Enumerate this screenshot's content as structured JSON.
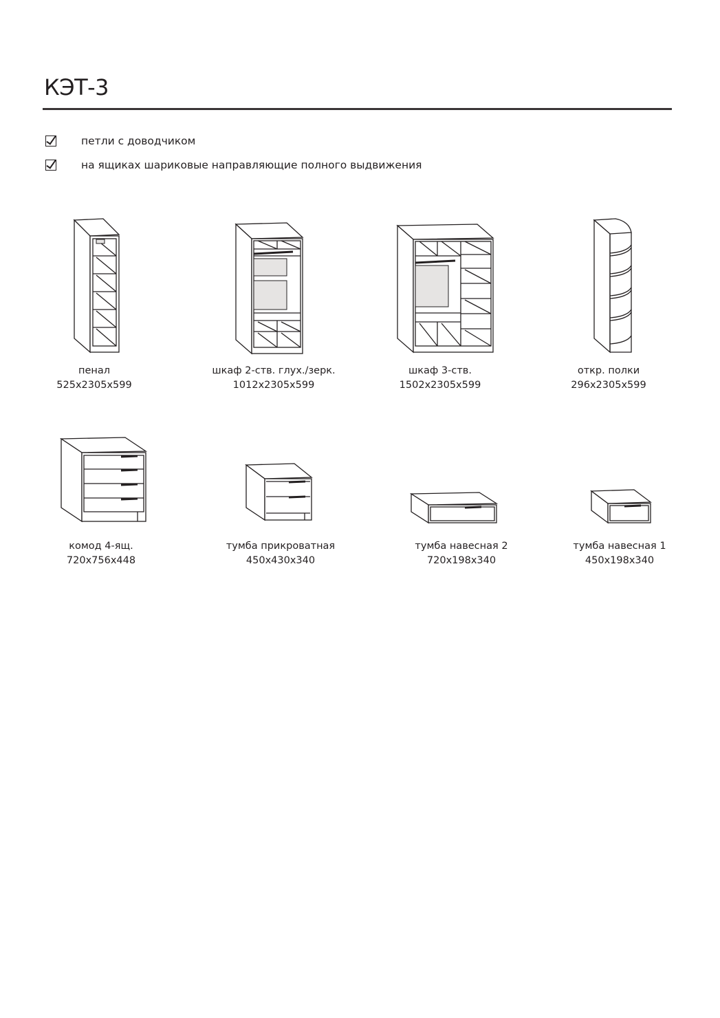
{
  "title": "КЭТ-3",
  "features": [
    {
      "label": "петли с доводчиком",
      "checked": true
    },
    {
      "label": "на ящиках шариковые направляющие полного выдвижения",
      "checked": true
    }
  ],
  "items": [
    {
      "name": "пенал",
      "dimensions": "525x2305x599"
    },
    {
      "name": "шкаф 2-ств. глух./зерк.",
      "dimensions": "1012x2305x599"
    },
    {
      "name": "шкаф 3-ств.",
      "dimensions": "1502x2305x599"
    },
    {
      "name": "откр. полки",
      "dimensions": "296x2305x599"
    },
    {
      "name": "комод 4-ящ.",
      "dimensions": "720x756x448"
    },
    {
      "name": "тумба прикроватная",
      "dimensions": "450x430x340"
    },
    {
      "name": "тумба навесная 2",
      "dimensions": "720x198x340"
    },
    {
      "name": "тумба навесная 1",
      "dimensions": "450x198x340"
    }
  ]
}
